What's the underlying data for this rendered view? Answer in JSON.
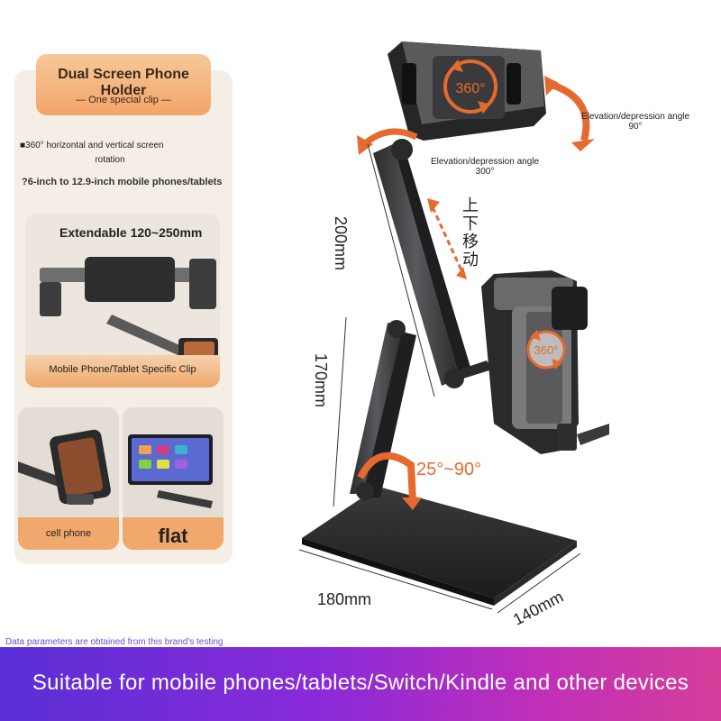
{
  "title": "Dual Screen Phone Holder",
  "subtitle": "One special clip",
  "features": {
    "rotation_line1": "360° horizontal and vertical screen",
    "rotation_line2": "rotation",
    "size_range": "?6-inch to 12.9-inch mobile phones/tablets"
  },
  "extend_card": {
    "label": "Extendable 120~250mm",
    "clip_label": "Mobile Phone/Tablet Specific Clip"
  },
  "mode_cards": {
    "phone_label": "cell phone",
    "tablet_label": "flat"
  },
  "annotations": {
    "elevation_top": "Elevation/depression angle",
    "elevation_top_value": "90°",
    "elevation_mid": "Elevation/depression angle",
    "elevation_mid_value": "300°",
    "rotate_top": "360°",
    "rotate_clip": "360°",
    "base_angle": "25°~90°",
    "move_label": "上下移动"
  },
  "dimensions": {
    "upper_arm": "200mm",
    "lower_arm": "170mm",
    "base_width": "180mm",
    "base_depth": "140mm"
  },
  "footnote": "Data parameters are obtained from this brand's testing",
  "banner": "Suitable for mobile phones/tablets/Switch/Kindle and other devices",
  "colors": {
    "accent_orange": "#e56a2e",
    "panel_bg": "#f5eee6",
    "banner_start": "#5a2fd6",
    "banner_end": "#d63e9a"
  }
}
